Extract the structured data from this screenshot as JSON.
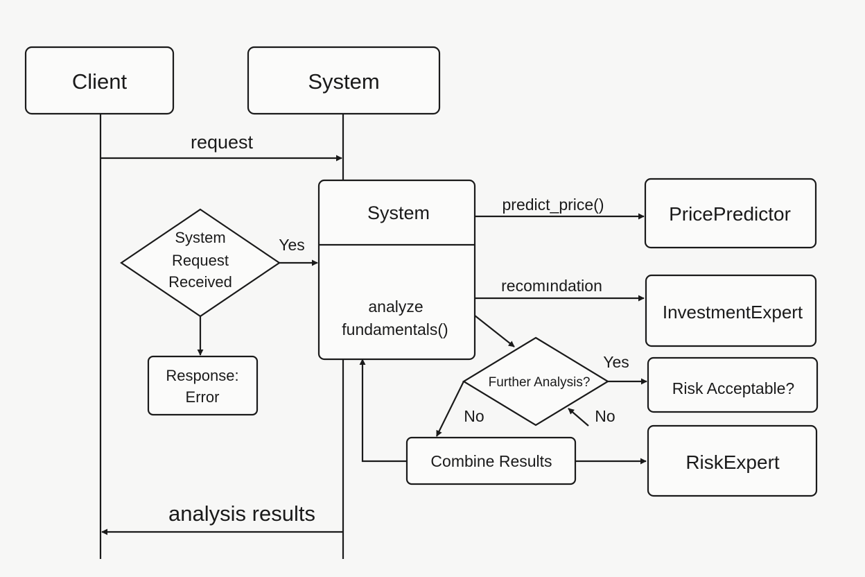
{
  "colors": {
    "background": "#f7f7f6",
    "ink": "#1a1a1a",
    "box_fill": "#fbfbfa"
  },
  "lifelines": {
    "client": "Client",
    "system": "System"
  },
  "messages": {
    "request": "request",
    "analysis_results": "analysis results"
  },
  "decision_received": {
    "line1": "System",
    "line2": "Request",
    "line3": "Received",
    "yes": "Yes"
  },
  "response_error": {
    "line1": "Response:",
    "line2": "Error"
  },
  "system_box": {
    "title": "System",
    "method_line1": "analyze",
    "method_line2": "fundamentals()"
  },
  "calls": {
    "predict_price": "predict_price()",
    "recommendation": "recomındation"
  },
  "components": {
    "price_predictor": "PricePredictor",
    "investment_expert": "InvestmentExpert",
    "risk_acceptable": "Risk Acceptable?",
    "risk_expert": "RiskExpert"
  },
  "decision_further": {
    "label": "Further Analysis?",
    "yes": "Yes",
    "no_left": "No",
    "no_right": "No"
  },
  "combine": {
    "label": "Combine Results"
  }
}
